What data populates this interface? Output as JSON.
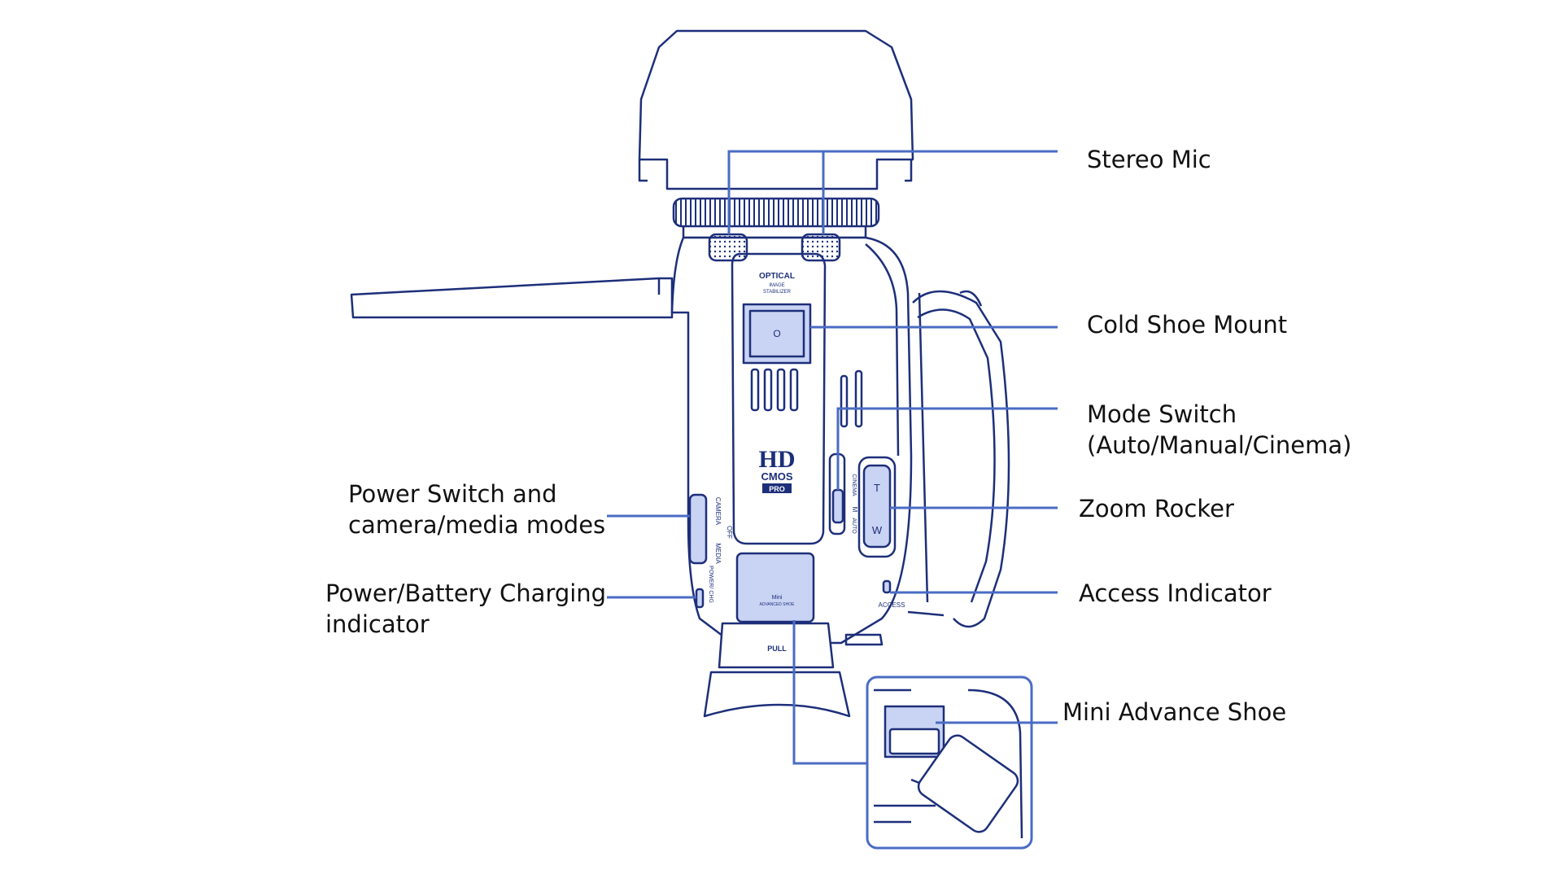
{
  "colors": {
    "line": "#4a6cc4",
    "fill": "#c9d3f3",
    "outline": "#1d2f7a",
    "background": "#ffffff",
    "text": "#111111"
  },
  "labels": {
    "stereo_mic": "Stereo Mic",
    "cold_shoe": "Cold Shoe Mount",
    "mode_switch_1": "Mode Switch",
    "mode_switch_2": "(Auto/Manual/Cinema)",
    "zoom_rocker": "Zoom Rocker",
    "access_indicator": "Access Indicator",
    "mini_shoe": "Mini Advance Shoe",
    "power_switch_1": "Power Switch and",
    "power_switch_2": "camera/media modes",
    "power_led_1": "Power/Battery Charging",
    "power_led_2": "indicator"
  },
  "camera_text": {
    "optical": "OPTICAL",
    "image": "IMAGE",
    "stabilizer": "STABILIZER",
    "hd": "HD",
    "cmos": "CMOS",
    "pro": "PRO",
    "camera": "CAMERA",
    "off": "OFF",
    "media": "MEDIA",
    "power_chg": "POWER/ CHG",
    "cinema": "CINEMA",
    "m": "M",
    "auto": "AUTO",
    "t": "T",
    "w": "W",
    "access": "ACCESS",
    "pull": "PULL",
    "mini": "Mini",
    "advanced_shoe": "ADVANCED SHOE",
    "shoe_o": "O"
  }
}
